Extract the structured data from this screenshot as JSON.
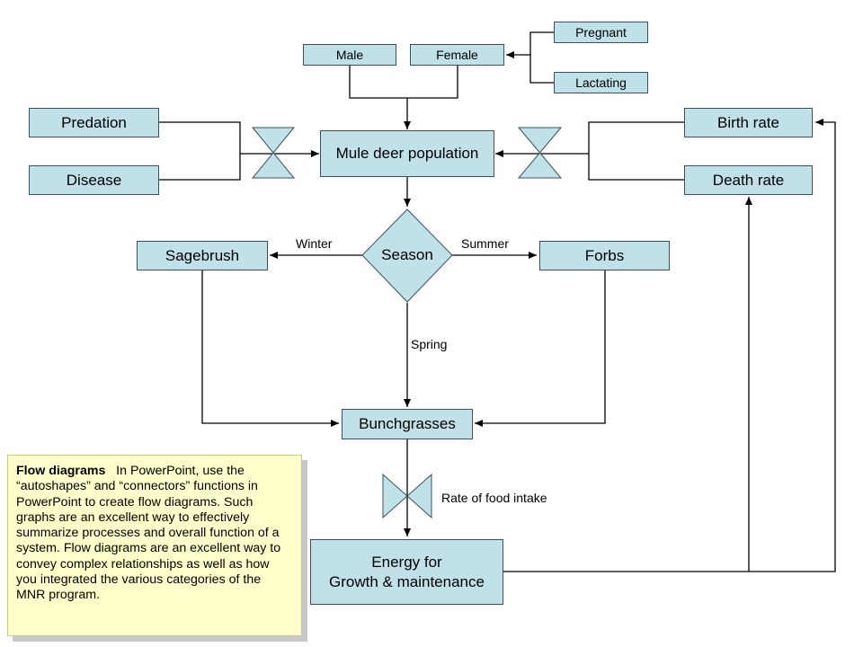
{
  "nodes": {
    "male": "Male",
    "female": "Female",
    "pregnant": "Pregnant",
    "lactating": "Lactating",
    "predation": "Predation",
    "disease": "Disease",
    "population": "Mule deer population",
    "birth_rate": "Birth rate",
    "death_rate": "Death rate",
    "season": "Season",
    "sagebrush": "Sagebrush",
    "forbs": "Forbs",
    "bunchgrasses": "Bunchgrasses",
    "energy_line1": "Energy for",
    "energy_line2": "Growth & maintenance"
  },
  "edge_labels": {
    "winter": "Winter",
    "summer": "Summer",
    "spring": "Spring",
    "food_intake": "Rate of food intake"
  },
  "note": {
    "title": "Flow diagrams",
    "body": "In PowerPoint, use the “autoshapes” and “connectors” functions in PowerPoint to create flow diagrams. Such graphs are an excellent way to effectively summarize processes and overall function of a system. Flow diagrams are an excellent way to convey complex relationships as well as how you integrated the various categories of the MNR program."
  },
  "colors": {
    "box_fill": "#bfe1e7",
    "box_border": "#3a5060",
    "connector": "#000000",
    "note_fill": "#ffffcc"
  }
}
